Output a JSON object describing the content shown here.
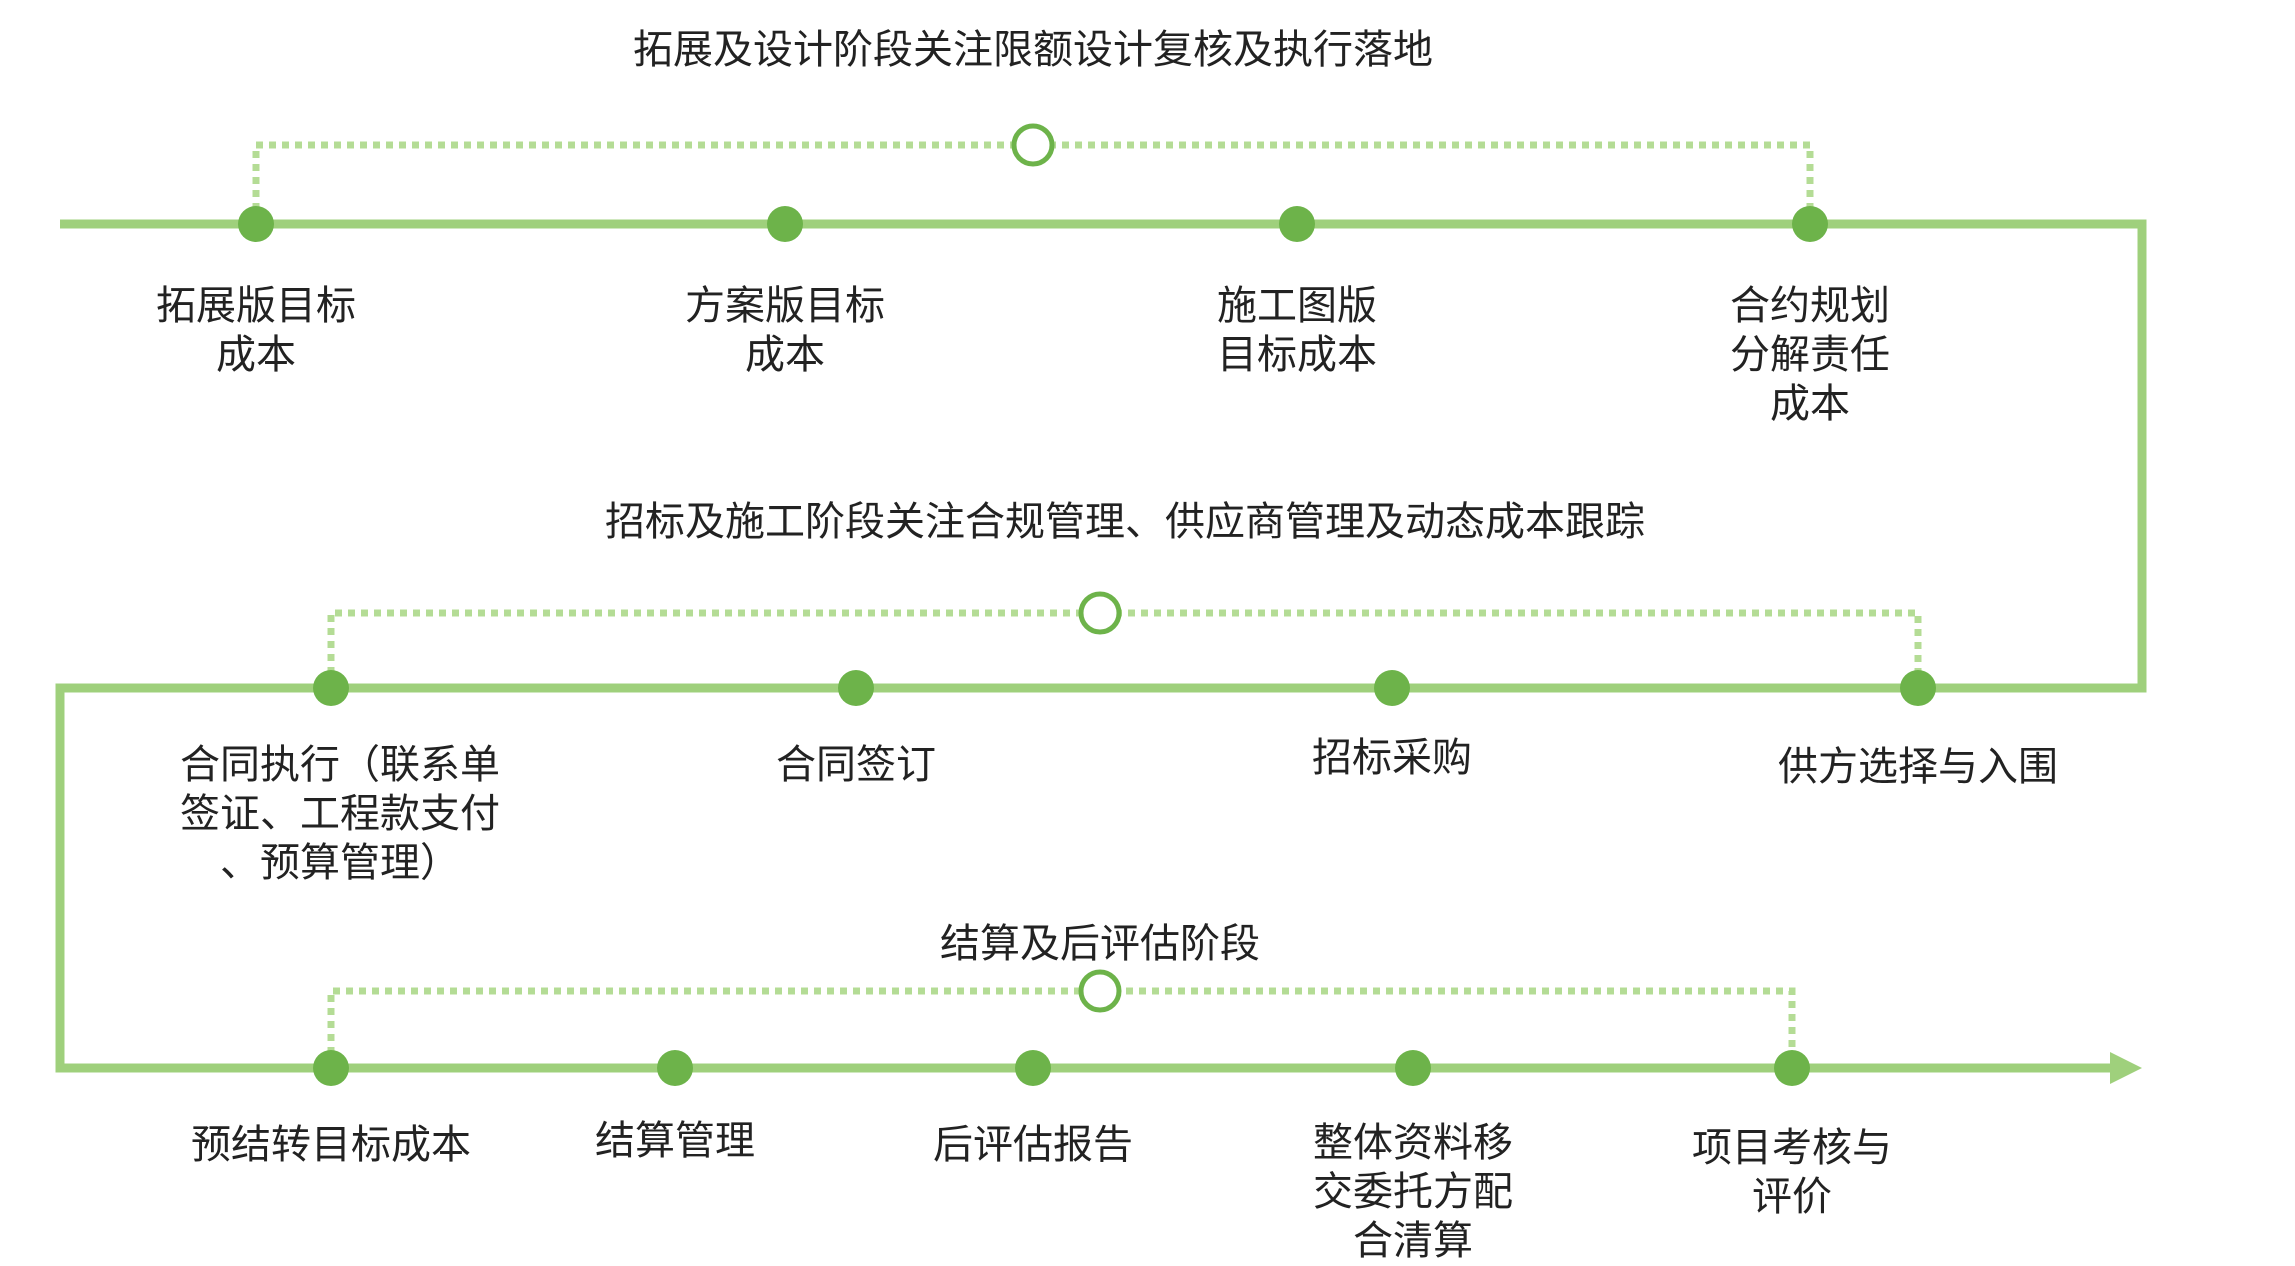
{
  "colors": {
    "line": "#9fd07c",
    "node": "#6db34a",
    "dotted": "#b4dc95",
    "hollow_stroke": "#6db34a"
  },
  "rows": [
    {
      "title": "拓展及设计阶段关注限额设计复核及执行落地",
      "nodes": [
        {
          "label": "拓展版目标\n成本"
        },
        {
          "label": "方案版目标\n成本"
        },
        {
          "label": "施工图版\n目标成本"
        },
        {
          "label": "合约规划\n分解责任\n成本"
        }
      ]
    },
    {
      "title": "招标及施工阶段关注合规管理、供应商管理及动态成本跟踪",
      "nodes": [
        {
          "label": "合同执行（联系单\n签证、工程款支付\n、预算管理）"
        },
        {
          "label": "合同签订"
        },
        {
          "label": "招标采购"
        },
        {
          "label": "供方选择与入围"
        }
      ]
    },
    {
      "title": "结算及后评估阶段",
      "nodes": [
        {
          "label": "预结转目标成本"
        },
        {
          "label": "结算管理"
        },
        {
          "label": "后评估报告"
        },
        {
          "label": "整体资料移\n交委托方配\n合清算"
        },
        {
          "label": "项目考核与\n评价"
        }
      ]
    }
  ]
}
